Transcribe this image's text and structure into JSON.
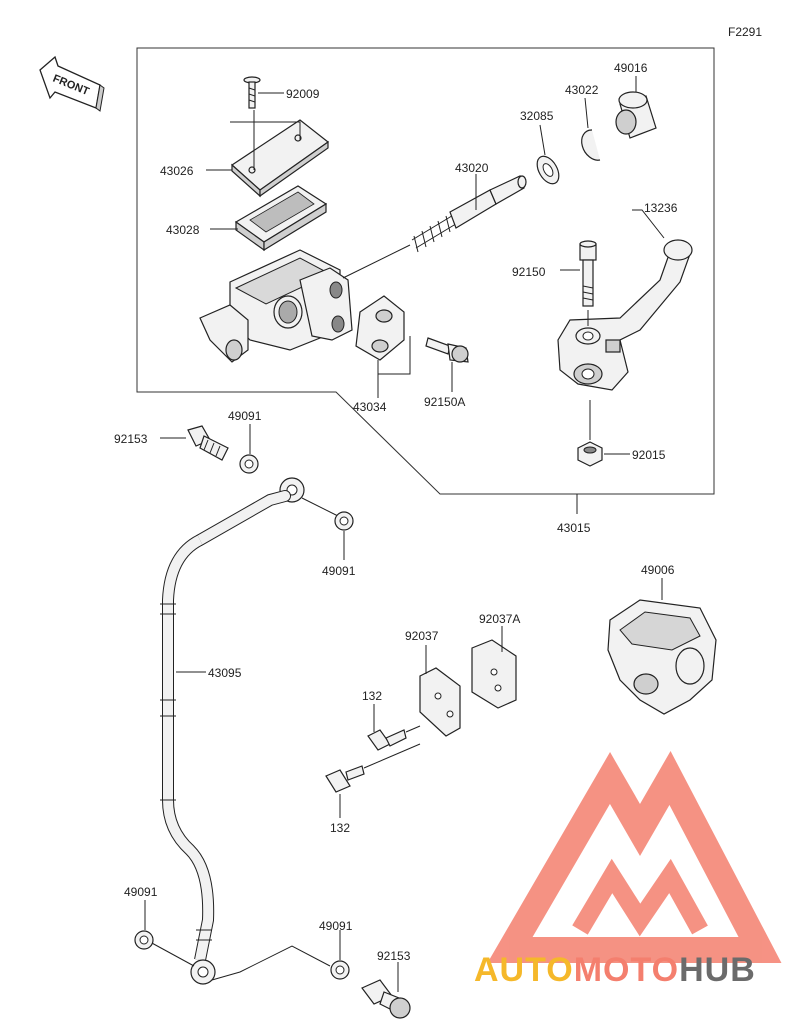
{
  "diagram_code": "F2291",
  "front_label": "FRONT",
  "watermark": {
    "part1": "AUTO",
    "part2": "MOTO",
    "part3": "HUB",
    "color_auto": "#f5b82a",
    "color_moto": "#f47f6e",
    "color_hub": "#6b6b6b",
    "logo_color": "#f47f6e"
  },
  "labels": {
    "p92009": "92009",
    "p43026": "43026",
    "p43028": "43028",
    "p43020": "43020",
    "p32085": "32085",
    "p43022": "43022",
    "p49016": "49016",
    "p13236": "13236",
    "p92150": "92150",
    "p43034": "43034",
    "p92150A": "92150A",
    "p92015": "92015",
    "p43015": "43015",
    "p92153_top": "92153",
    "p49091_a": "49091",
    "p49091_b": "49091",
    "p43095": "43095",
    "p49006": "49006",
    "p92037": "92037",
    "p92037A": "92037A",
    "p132_a": "132",
    "p132_b": "132",
    "p49091_c": "49091",
    "p49091_d": "49091",
    "p92153_bot": "92153"
  }
}
